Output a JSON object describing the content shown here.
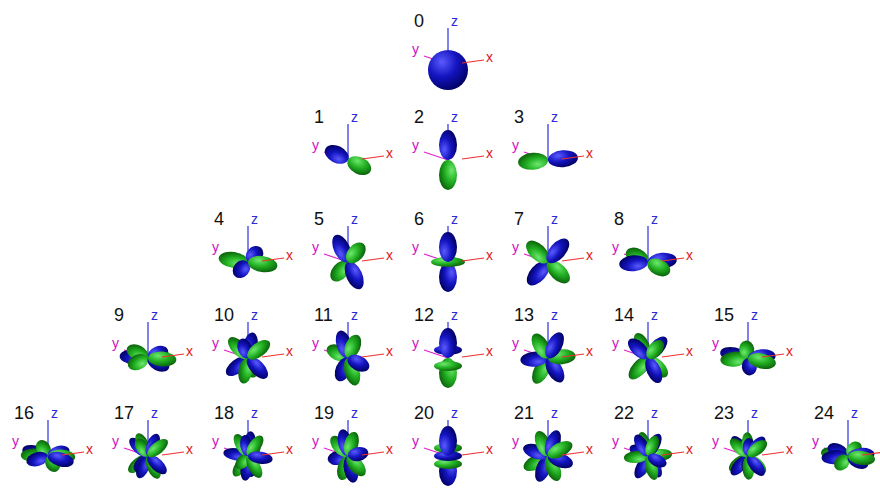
{
  "diagram": {
    "labels": [
      "0",
      "z",
      "y",
      "x",
      "1",
      "z",
      "y",
      "x",
      "2",
      "z",
      "y",
      "x",
      "3",
      "z",
      "y",
      "x",
      "4",
      "z",
      "y",
      "x",
      "5",
      "z",
      "y",
      "x",
      "6",
      "z",
      "y",
      "x",
      "7",
      "z",
      "y",
      "x",
      "8",
      "z",
      "y",
      "x",
      "9",
      "z",
      "y",
      "x",
      "10",
      "z",
      "y",
      "x",
      "11",
      "z",
      "y",
      "x",
      "12",
      "z",
      "y",
      "x",
      "13",
      "z",
      "y",
      "x",
      "14",
      "z",
      "y",
      "x",
      "15",
      "z",
      "y",
      "x",
      "16",
      "z",
      "y",
      "x",
      "17",
      "z",
      "y",
      "x",
      "18",
      "z",
      "y",
      "x",
      "19",
      "z",
      "y",
      "x",
      "20",
      "z",
      "y",
      "x",
      "21",
      "z",
      "y",
      "x",
      "22",
      "z",
      "y",
      "x",
      "23",
      "z",
      "y",
      "x",
      "24",
      "z",
      "y",
      "x"
    ]
  }
}
